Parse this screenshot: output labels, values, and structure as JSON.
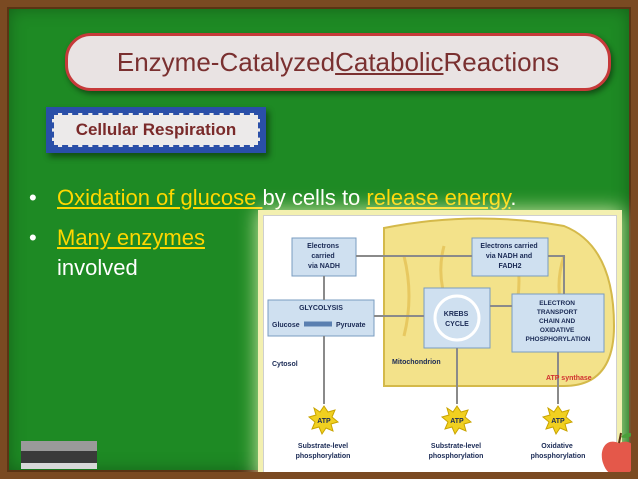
{
  "title": {
    "prefix": "Enzyme-Catalyzed ",
    "underlined": "Catabolic",
    "suffix": " Reactions"
  },
  "subtitle": "Cellular Respiration",
  "bullets": [
    {
      "dot": "•",
      "part1": "Oxidation of glucose ",
      "part2": "by cells to ",
      "part3": "release energy",
      "part4": "."
    },
    {
      "dot": "•",
      "part1": "Many enzymes",
      "part2": "involved"
    }
  ],
  "diagram": {
    "electrons_nadh": [
      "Electrons",
      "carried",
      "via NADH"
    ],
    "electrons_nadh_fadh": [
      "Electrons carried",
      "via NADH and",
      "FADH2"
    ],
    "glycolysis": "GLYCOLYSIS",
    "glucose": "Glucose",
    "pyruvate": "Pyruvate",
    "krebs": [
      "KREBS",
      "CYCLE"
    ],
    "etc": [
      "ELECTRON",
      "TRANSPORT",
      "CHAIN AND",
      "OXIDATIVE",
      "PHOSPHORYLATION"
    ],
    "cytosol": "Cytosol",
    "mitochondrion": "Mitochondrion",
    "atp_synthase": "ATP synthase",
    "atp": "ATP",
    "outputs": [
      [
        "Substrate-level",
        "phosphorylation"
      ],
      [
        "Substrate-level",
        "phosphorylation"
      ],
      [
        "Oxidative",
        "phosphorylation"
      ]
    ]
  },
  "colors": {
    "background": "#1e8a24",
    "frame": "#7a4a22",
    "highlight": "#ffd700",
    "title_border": "#c63a3a",
    "subtitle_box": "#2a4fa8"
  },
  "icons": [
    "eraser-icon",
    "apple-icon"
  ]
}
